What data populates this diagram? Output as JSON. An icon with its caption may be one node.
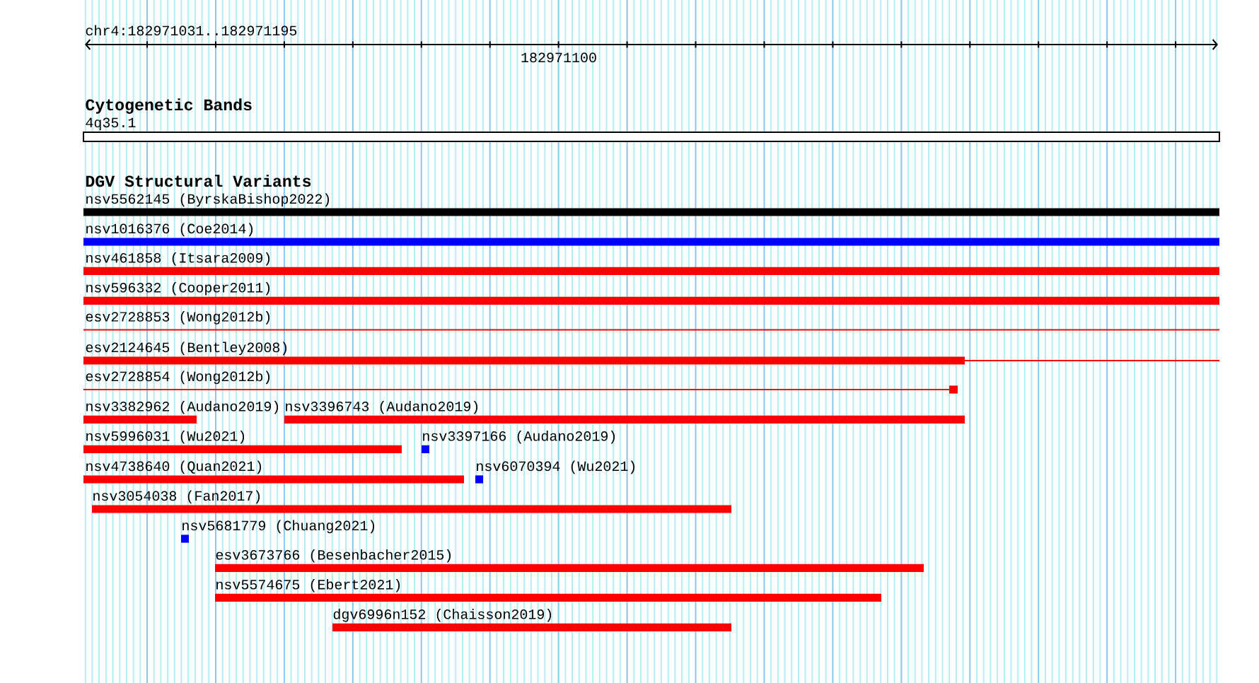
{
  "diagram": {
    "nodes": [
      {
        "text": [
          "4q35.1"
        ]
      },
      {
        "text": [
          "nsv5562145 (ByrskaBishop2022)"
        ]
      },
      {
        "text": [
          "nsv1016376 (Coe2014)"
        ]
      },
      {
        "text": [
          "nsv461858 (Itsara2009)"
        ]
      },
      {
        "text": [
          "nsv596332 (Cooper2011)"
        ]
      },
      {
        "text": [
          "esv2728853 (Wong2012b)"
        ]
      },
      {
        "text": [
          "esv2124645 (Bentley2008)"
        ]
      },
      {
        "text": [
          "esv2728854 (Wong2012b)"
        ]
      },
      {
        "text": [
          "nsv3382962 (Audano2019)"
        ]
      },
      {
        "text": [
          "nsv3396743 (Audano2019)"
        ]
      },
      {
        "text": [
          "nsv5996031 (Wu2021)"
        ]
      },
      {
        "text": [
          "nsv3397166 (Audano2019)"
        ]
      },
      {
        "text": [
          "nsv4738640 (Quan2021)"
        ]
      },
      {
        "text": [
          "nsv6070394 (Wu2021)"
        ]
      },
      {
        "text": [
          "nsv3054038 (Fan2017)"
        ]
      },
      {
        "text": [
          "nsv5681779 (Chuang2021)"
        ]
      },
      {
        "text": [
          "esv3673766 (Besenbacher2015)"
        ]
      },
      {
        "text": [
          "nsv5574675 (Ebert2021)"
        ]
      },
      {
        "text": [
          "dgv6996n152 (Chaisson2019)"
        ]
      }
    ],
    "labels": [
      "chr4:182971031..182971195",
      "182971100",
      "Cytogenetic Bands",
      "DGV Structural Variants"
    ]
  }
}
